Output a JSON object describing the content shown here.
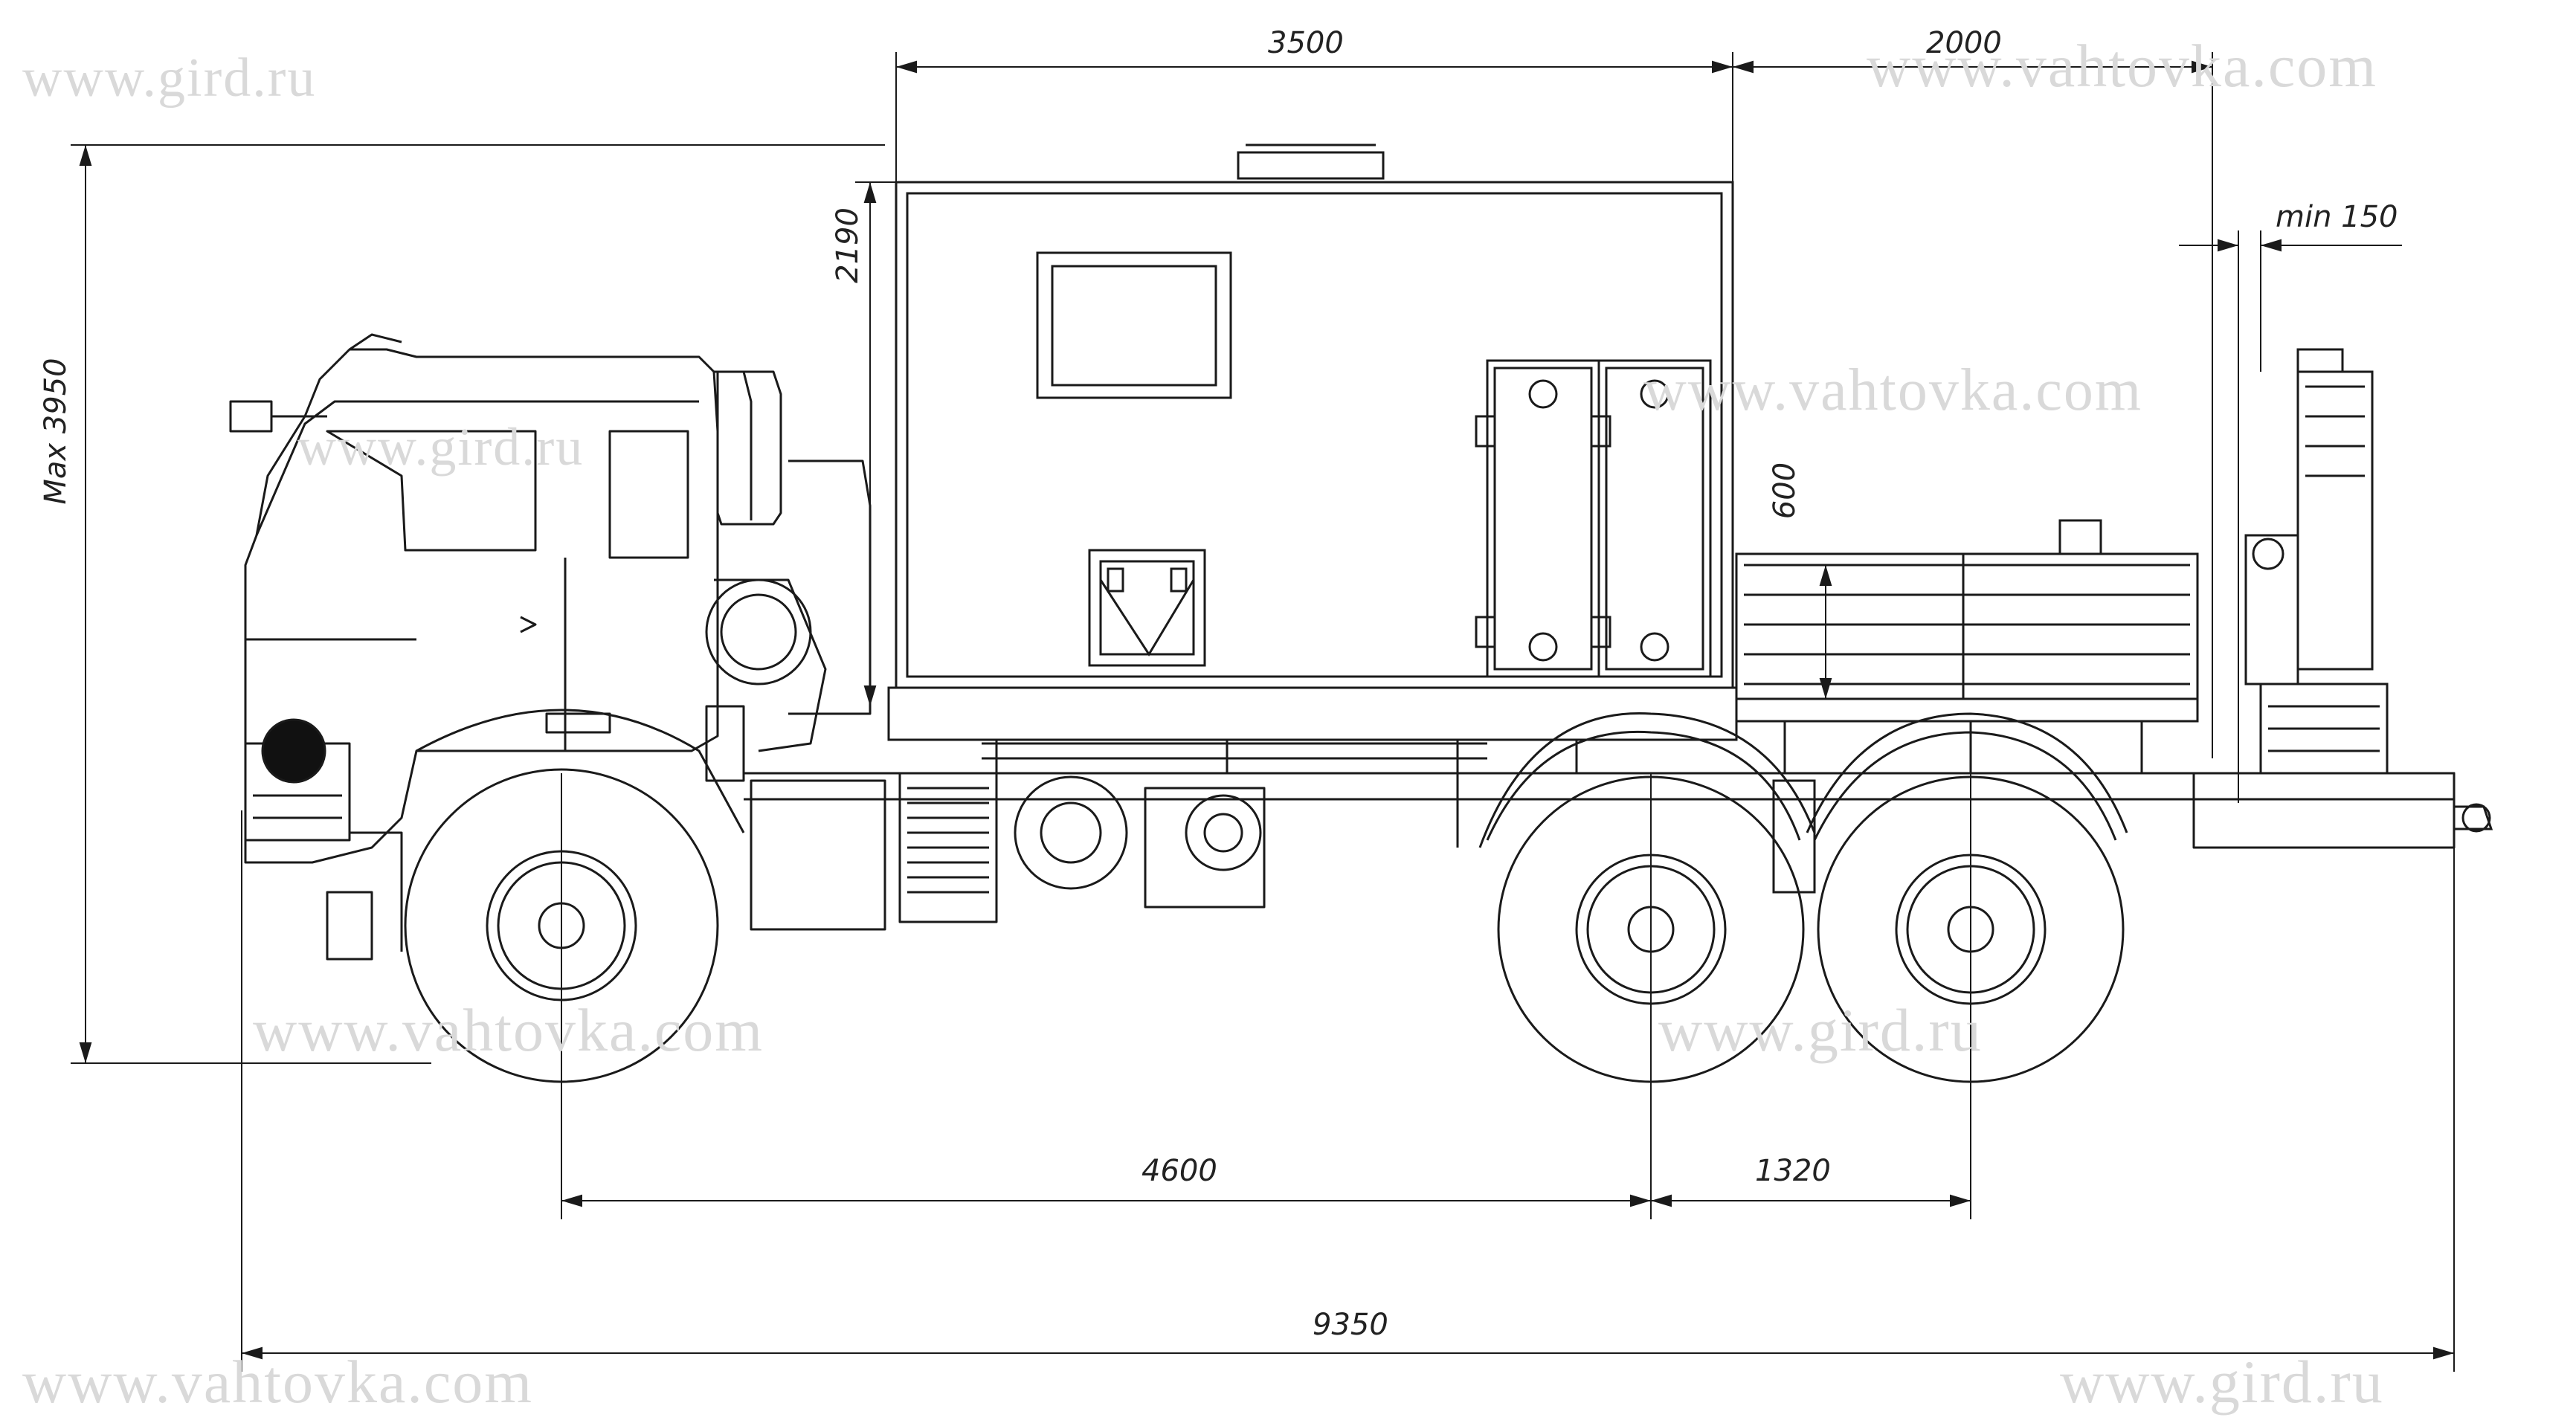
{
  "watermarks": {
    "top_left": "www.gird.ru",
    "top_right": "www.vahtovka.com",
    "mid_right": "www.vahtovka.com",
    "mid_left": "www.gird.ru",
    "lower_left": "www.vahtovka.com",
    "lower_right": "www.gird.ru",
    "bottom_left": "www.vahtovka.com",
    "bottom_right": "www.gird.ru"
  },
  "dimensions": {
    "body_length": "3500",
    "crane_platform_length": "2000",
    "body_height": "2190",
    "total_height": "Max 3950",
    "side_board_height": "600",
    "crane_clearance": "min 150",
    "wheelbase_front": "4600",
    "wheelbase_rear": "1320",
    "overall_length": "9350"
  },
  "colors": {
    "line": "#1a1a1a",
    "watermark": "#d9d9d9",
    "background": "#ffffff"
  }
}
